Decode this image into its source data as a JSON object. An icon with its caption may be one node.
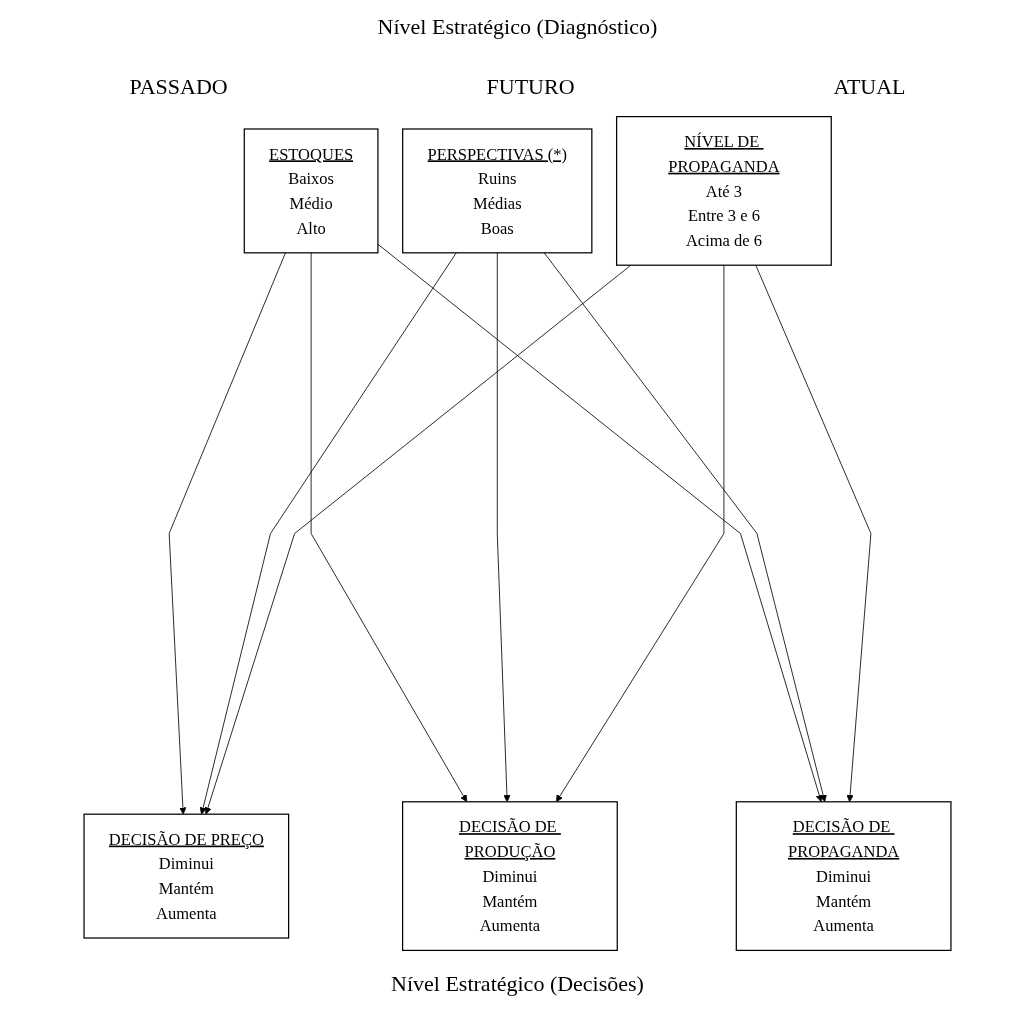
{
  "diagram": {
    "title": "Nível Estratégico (Diagnóstico)",
    "caption": "Nível Estratégico (Decisões)",
    "nodes": [
      {
        "text": [
          "ESTOQUES",
          "Baixos",
          "Médio",
          "Alto"
        ]
      },
      {
        "text": [
          "PERSPECTIVAS (*)",
          "Ruins",
          "Médias",
          "Boas"
        ]
      },
      {
        "text": [
          "NÍVEL DE PROPAGANDA",
          "Até 3",
          "Entre 3 e 6",
          "Acima de 6"
        ]
      },
      {
        "text": [
          "DECISÃO DE PREÇO",
          "Diminui",
          "Mantém",
          "Aumenta"
        ]
      },
      {
        "text": [
          "DECISÃO DE PRODUÇÃO",
          "Diminui",
          "Mantém",
          "Aumenta"
        ]
      },
      {
        "text": [
          "DECISÃO DE PROPAGANDA",
          "Diminui",
          "Mantém",
          "Aumenta"
        ]
      }
    ],
    "edges": [
      {
        "from": 0,
        "to": 3,
        "arrow": "to"
      },
      {
        "from": 0,
        "to": 4,
        "arrow": "to"
      },
      {
        "from": 0,
        "to": 5,
        "arrow": "to"
      },
      {
        "from": 1,
        "to": 3,
        "arrow": "to"
      },
      {
        "from": 1,
        "to": 4,
        "arrow": "to"
      },
      {
        "from": 1,
        "to": 5,
        "arrow": "to"
      },
      {
        "from": 2,
        "to": 3,
        "arrow": "to"
      },
      {
        "from": 2,
        "to": 4,
        "arrow": "to"
      },
      {
        "from": 2,
        "to": 5,
        "arrow": "to"
      }
    ],
    "labels": [
      "PASSADO",
      "FUTURO",
      "ATUAL"
    ]
  }
}
